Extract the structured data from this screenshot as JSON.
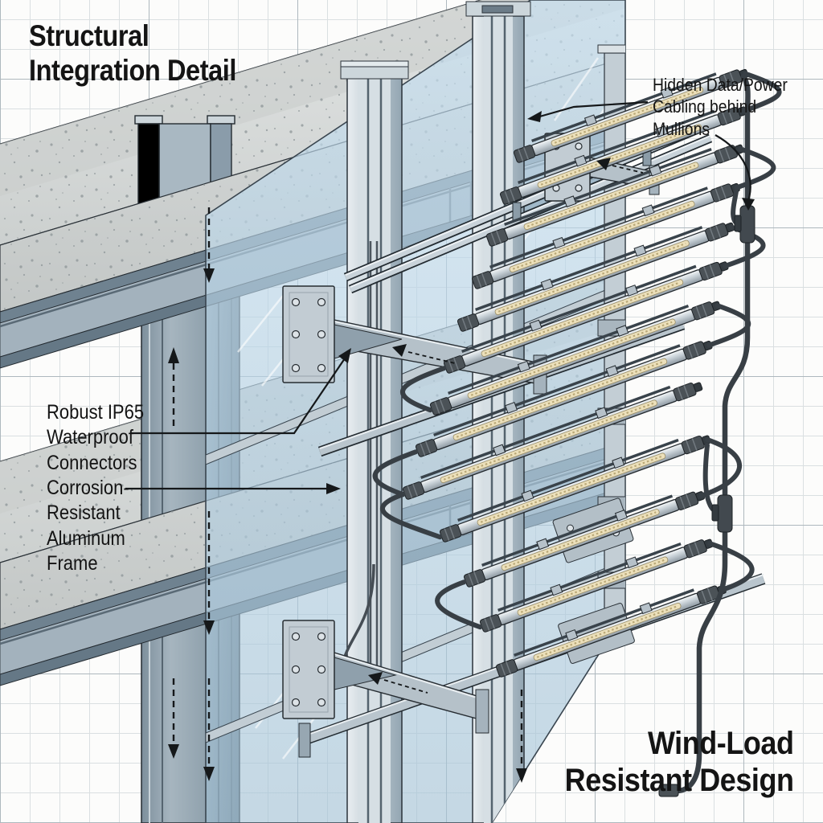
{
  "title": {
    "line1": "Structural",
    "line2": "Integration Detail"
  },
  "annotations": {
    "cabling": {
      "lines": [
        "Hidden Data/Power",
        "Cabling behind",
        "Mullions"
      ]
    },
    "connectors": {
      "lines": [
        "Robust IP65",
        "Waterproof",
        "Connectors"
      ]
    },
    "frame": {
      "lines": [
        "Corrosion-",
        "Resistant",
        "Aluminum",
        "Frame"
      ]
    },
    "wind_load": {
      "lines": [
        "Wind-Load",
        "Resistant Design"
      ]
    }
  },
  "colors": {
    "paper": "#fcfcfb",
    "grid_line": "#dadfe1",
    "grid_major": "#aeb8be",
    "ink": "#141414",
    "concrete": "#dcdfde",
    "steel_blue": "#93a5b1",
    "aluminum": "#c8d2d9",
    "glass_blue": "#b9d3e5",
    "led_strip": "#ece0bb",
    "cable_dark": "#3a4147"
  }
}
